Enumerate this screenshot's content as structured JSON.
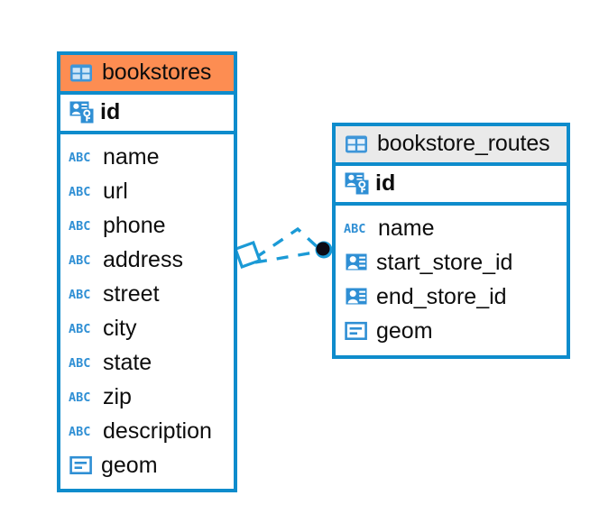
{
  "diagram": {
    "title": "entity-relationship-diagram",
    "colors": {
      "border_blue": "#0e8ccc",
      "header_orange": "#fd8d52",
      "header_gray": "#eaeaea",
      "icon_blue": "#2f8fd4",
      "text": "#0d0d0d",
      "background": "#ffffff",
      "connector": "#1b9ad6",
      "connector_dot": "#0a0a14"
    },
    "entities": [
      {
        "name": "bookstores",
        "header_style": "accent-orange",
        "icon": "table-icon",
        "primary_key": {
          "name": "id",
          "icon": "primary-key-icon"
        },
        "fields": [
          {
            "name": "name",
            "icon": "text-abc-icon"
          },
          {
            "name": "url",
            "icon": "text-abc-icon"
          },
          {
            "name": "phone",
            "icon": "text-abc-icon"
          },
          {
            "name": "address",
            "icon": "text-abc-icon"
          },
          {
            "name": "street",
            "icon": "text-abc-icon"
          },
          {
            "name": "city",
            "icon": "text-abc-icon"
          },
          {
            "name": "state",
            "icon": "text-abc-icon"
          },
          {
            "name": "zip",
            "icon": "text-abc-icon"
          },
          {
            "name": "description",
            "icon": "text-abc-icon"
          },
          {
            "name": "geom",
            "icon": "geometry-icon"
          }
        ]
      },
      {
        "name": "bookstore_routes",
        "header_style": "accent-gray",
        "icon": "table-icon",
        "primary_key": {
          "name": "id",
          "icon": "primary-key-icon"
        },
        "fields": [
          {
            "name": "name",
            "icon": "text-abc-icon"
          },
          {
            "name": "start_store_id",
            "icon": "foreign-key-icon"
          },
          {
            "name": "end_store_id",
            "icon": "foreign-key-icon"
          },
          {
            "name": "geom",
            "icon": "geometry-icon"
          }
        ]
      }
    ],
    "relationship": {
      "source_marker": "diamond-marker",
      "target_marker": "filled-circle-marker",
      "line_style": "dashed"
    }
  }
}
